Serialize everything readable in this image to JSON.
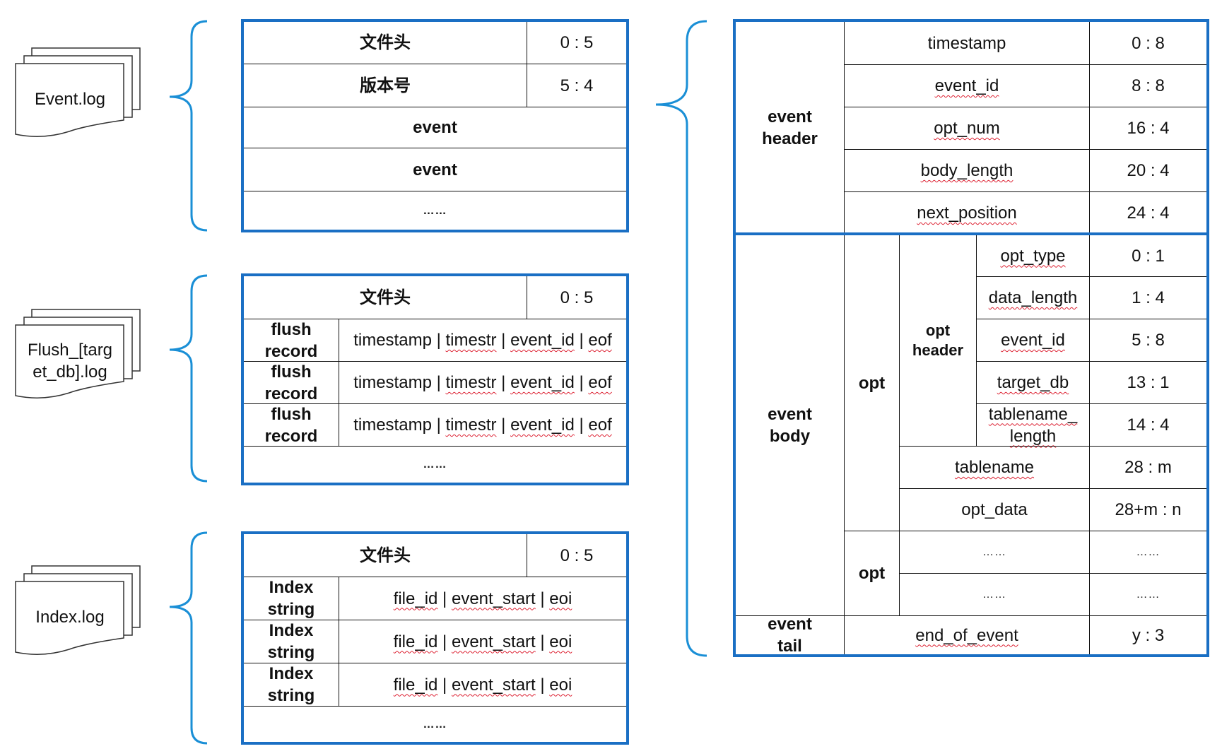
{
  "files": {
    "event_log": "Event.log",
    "flush_log": "Flush_[target_db].log",
    "index_log": "Index.log"
  },
  "event_file": {
    "header_label": "文件头",
    "header_range": "0 : 5",
    "version_label": "版本号",
    "version_range": "5 : 4",
    "rows": [
      "event",
      "event",
      "……"
    ]
  },
  "flush_file": {
    "header_label": "文件头",
    "header_range": "0 : 5",
    "records": [
      {
        "label": "flush record",
        "parts": [
          "timestamp",
          "timestr",
          "event_id",
          "eof"
        ]
      },
      {
        "label": "flush record",
        "parts": [
          "timestamp",
          "timestr",
          "event_id",
          "eof"
        ]
      },
      {
        "label": "flush record",
        "parts": [
          "timestamp",
          "timestr",
          "event_id",
          "eof"
        ]
      }
    ],
    "ellipsis": "……"
  },
  "index_file": {
    "header_label": "文件头",
    "header_range": "0 : 5",
    "records": [
      {
        "label": "Index string",
        "parts": [
          "file_id",
          "event_start",
          "eoi"
        ]
      },
      {
        "label": "Index string",
        "parts": [
          "file_id",
          "event_start",
          "eoi"
        ]
      },
      {
        "label": "Index string",
        "parts": [
          "file_id",
          "event_start",
          "eoi"
        ]
      }
    ],
    "ellipsis": "……"
  },
  "event_structure": {
    "header_label": "event header",
    "header_fields": [
      {
        "name": "timestamp",
        "range": "0 : 8"
      },
      {
        "name": "event_id",
        "range": "8 : 8"
      },
      {
        "name": "opt_num",
        "range": "16 : 4"
      },
      {
        "name": "body_length",
        "range": "20 : 4"
      },
      {
        "name": "next_position",
        "range": "24 : 4"
      }
    ],
    "body_label": "event body",
    "opt_label": "opt",
    "opt_header_label": "opt header",
    "opt_header_fields": [
      {
        "name": "opt_type",
        "range": "0 : 1"
      },
      {
        "name": "data_length",
        "range": "1 : 4"
      },
      {
        "name": "event_id",
        "range": "5 : 8"
      },
      {
        "name": "target_db",
        "range": "13 : 1"
      },
      {
        "name": "tablename_ length",
        "range": "14 : 4"
      }
    ],
    "opt_fields": [
      {
        "name": "tablename",
        "range": "28 : m"
      },
      {
        "name": "opt_data",
        "range": "28+m : n"
      }
    ],
    "opt2_label": "opt",
    "opt2_rows": [
      {
        "name": "……",
        "range": "……"
      },
      {
        "name": "……",
        "range": "……"
      }
    ],
    "tail_label": "event tail",
    "tail_field": {
      "name": "end_of_event",
      "range": "y : 3"
    }
  },
  "colors": {
    "accent": "#1a6fc4",
    "line": "#111111",
    "spell_underline": "#dd2233"
  }
}
